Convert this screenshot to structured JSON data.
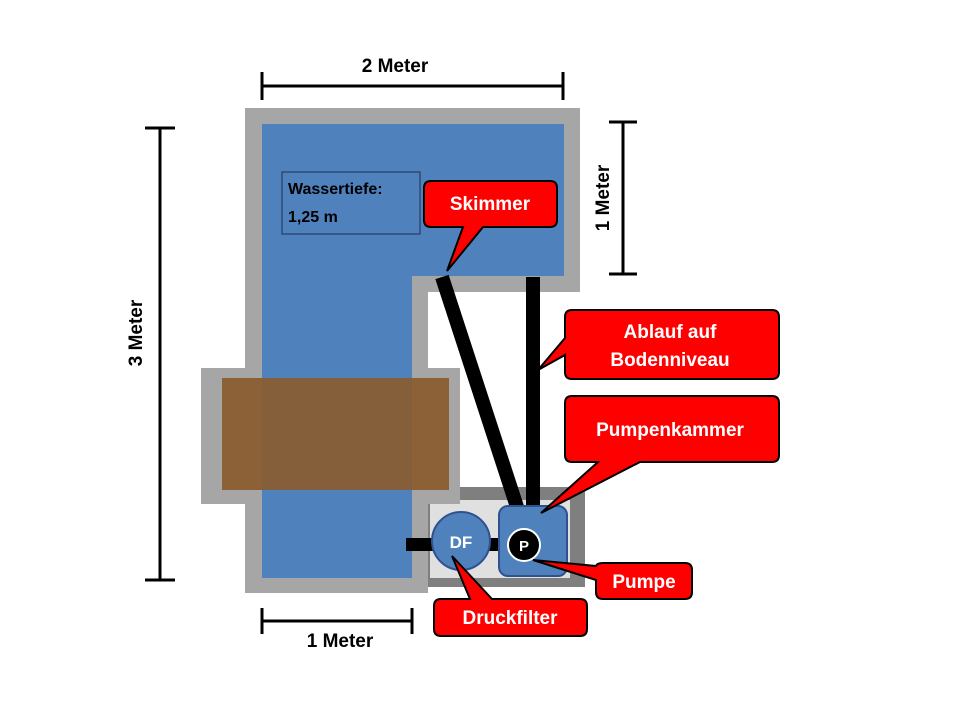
{
  "dimensions": {
    "top": "2 Meter",
    "left": "3 Meter",
    "right": "1 Meter",
    "bottom": "1 Meter"
  },
  "water_depth": {
    "line1": "Wassertiefe:",
    "line2": "1,25 m"
  },
  "callouts": {
    "skimmer": "Skimmer",
    "drain_line1": "Ablauf auf",
    "drain_line2": "Bodenniveau",
    "pump_chamber": "Pumpenkammer",
    "pump": "Pumpe",
    "pressure_filter": "Druckfilter"
  },
  "components": {
    "filter_label": "DF",
    "pump_label": "P"
  },
  "colors": {
    "water": "#4f81bd",
    "wall": "#a6a6a6",
    "bridge": "#8b5a2b",
    "callout": "#ff0000",
    "pipe": "#000000"
  }
}
